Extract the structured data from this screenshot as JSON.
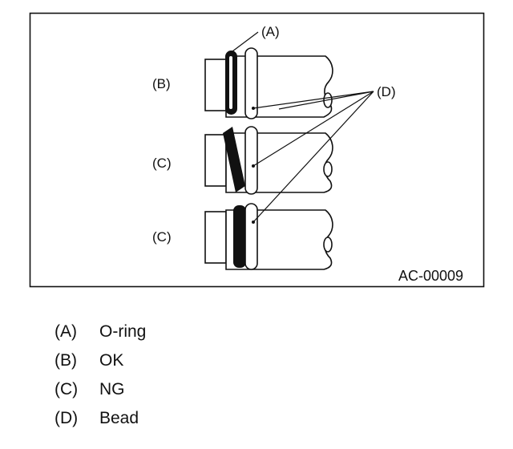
{
  "figure": {
    "id": "AC-00009",
    "labels": {
      "a": "(A)",
      "b": "(B)",
      "c_upper": "(C)",
      "c_lower": "(C)",
      "d": "(D)"
    }
  },
  "legend": [
    {
      "key": "(A)",
      "text": "O-ring"
    },
    {
      "key": "(B)",
      "text": "OK"
    },
    {
      "key": "(C)",
      "text": "NG"
    },
    {
      "key": "(D)",
      "text": "Bead"
    }
  ]
}
